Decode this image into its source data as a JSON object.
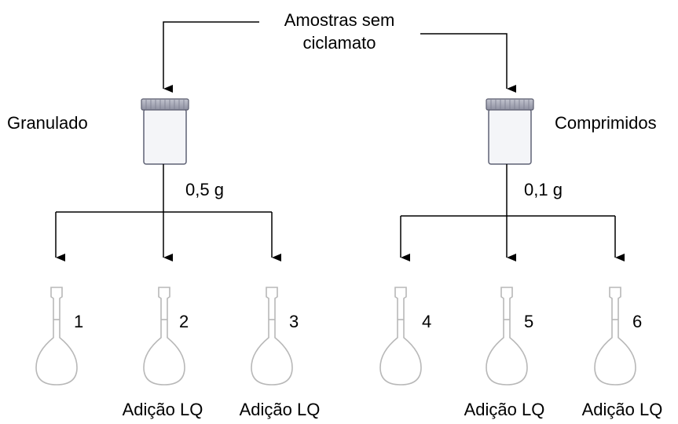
{
  "title_line1": "Amostras sem",
  "title_line2": "ciclamato",
  "left": {
    "sample_label": "Granulado",
    "mass_label": "0,5 g",
    "flasks": [
      {
        "number": "1",
        "addition": ""
      },
      {
        "number": "2",
        "addition": "Adição LQ"
      },
      {
        "number": "3",
        "addition": "Adição LQ"
      }
    ]
  },
  "right": {
    "sample_label": "Comprimidos",
    "mass_label": "0,1 g",
    "flasks": [
      {
        "number": "4",
        "addition": ""
      },
      {
        "number": "5",
        "addition": "Adição LQ"
      },
      {
        "number": "6",
        "addition": "Adição LQ"
      }
    ]
  },
  "colors": {
    "line": "#000000",
    "jar_body": "#f4f5f8",
    "jar_lid": "#9ea0ae",
    "flask": "#b8b8b8"
  }
}
